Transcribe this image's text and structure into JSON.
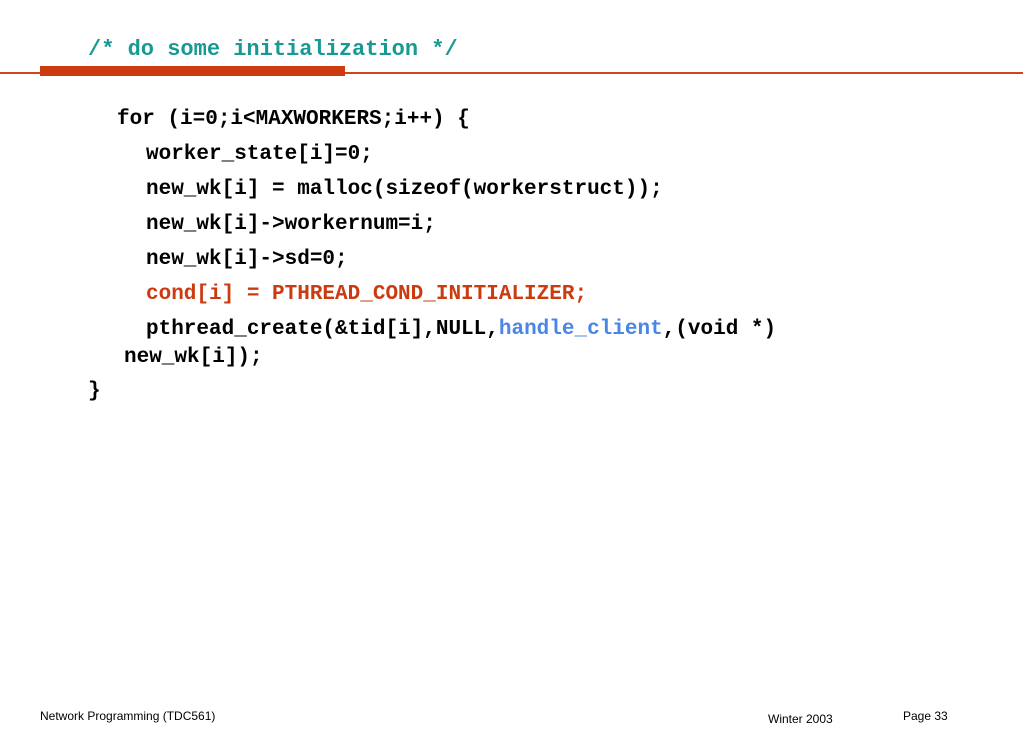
{
  "slide": {
    "title": "/* do some initialization */"
  },
  "code": {
    "line1": "for (i=0;i<MAXWORKERS;i++) {",
    "line2": "worker_state[i]=0;",
    "line3": "new_wk[i] = malloc(sizeof(workerstruct));",
    "line4": "new_wk[i]->workernum=i;",
    "line5": "new_wk[i]->sd=0;",
    "line6": "cond[i] = PTHREAD_COND_INITIALIZER;",
    "line7_pre": "pthread_create(&tid[i],NULL,",
    "line7_fn": "handle_client",
    "line7_post": ",(void *)",
    "line8": "new_wk[i]);",
    "line9": "}"
  },
  "footer": {
    "left": "Network Programming (TDC561)",
    "center": "Winter  2003",
    "right": "Page 33"
  },
  "colors": {
    "title": "#169a93",
    "accent_rule": "#cc3a10",
    "highlight_line": "#cc3a10",
    "function_name": "#4a86e8"
  }
}
